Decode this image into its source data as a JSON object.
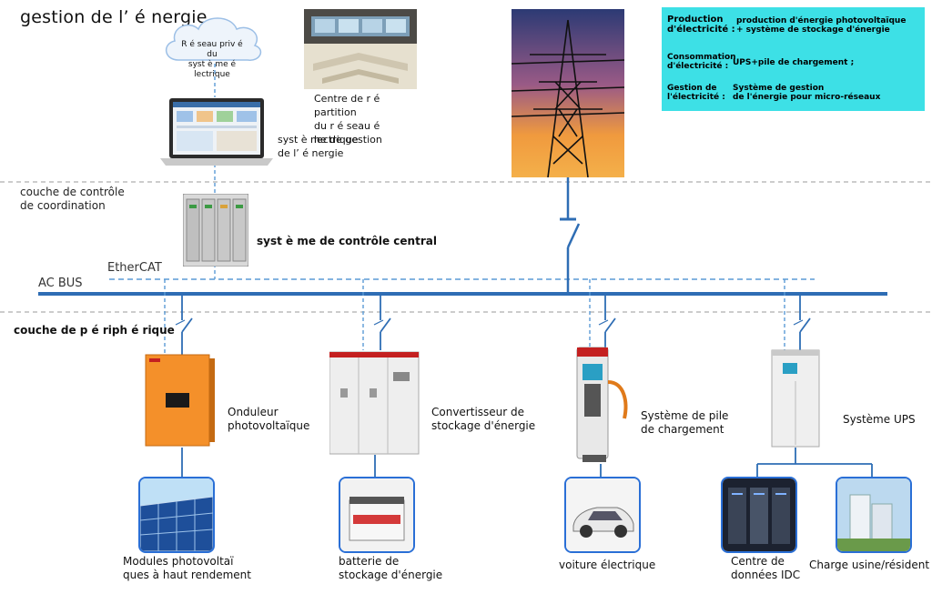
{
  "title": "gestion de l’ é nergie",
  "top": {
    "cloud_label": "R é seau priv é  du\nsyst è me  é lectrique",
    "dispatch_center_label": "Centre de r é partition\ndu r é seau  é lectrique",
    "ems_label": "syst è me de gestion\nde l’ é nergie"
  },
  "info_box": {
    "production_key": "Production\nd'électricité :",
    "production_value": "production d'énergie photovoltaïque\n+ système de stockage d'énergie",
    "consumption_key": "Consommation\nd'électricité :",
    "consumption_value": "UPS+pile de chargement ;",
    "management_key": "Gestion de\nl'électricité :",
    "management_value": "Système de gestion\nde l'énergie pour micro-réseaux"
  },
  "layers": {
    "coordination": "couche de contrôle\nde coordination",
    "peripheral": "couche de p é riph é rique",
    "central_control": "syst è me de contrôle central",
    "ethercat": "EtherCAT",
    "ac_bus": "AC BUS"
  },
  "devices": {
    "pv_inverter": "Onduleur\nphotovoltaïque",
    "storage_converter": "Convertisseur de\nstockage d'énergie",
    "charging_pile": "Système de pile\nde chargement",
    "ups": "Système UPS"
  },
  "bottom": {
    "pv_modules": "Modules photovoltaï\nques à haut rendement",
    "battery": "batterie de\nstockage d'énergie",
    "ev": "voiture électrique",
    "idc": "Centre de\ndonnées IDC",
    "factory": "Charge usine/résident"
  }
}
